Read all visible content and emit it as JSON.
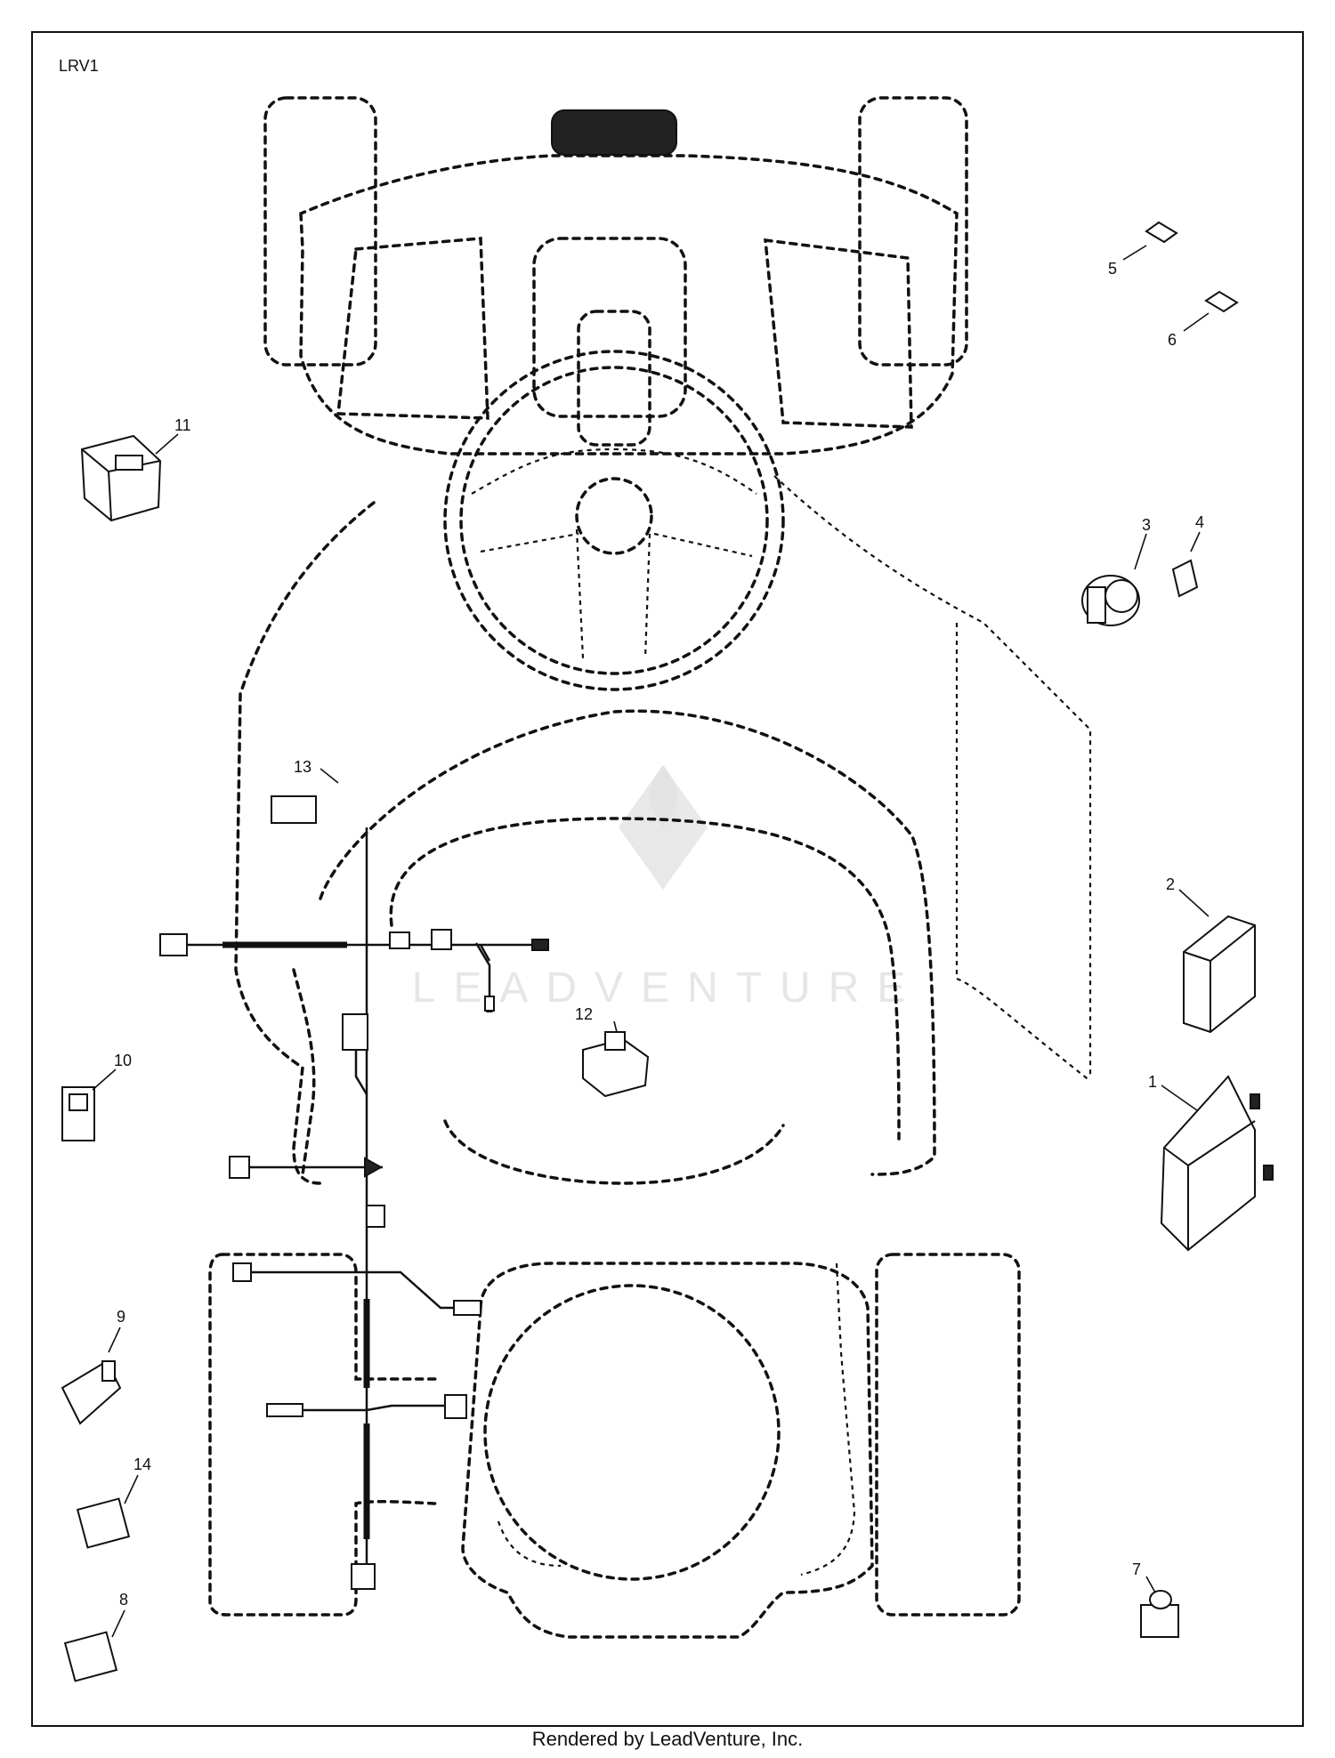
{
  "drawing_id": "LRV1",
  "watermark": "LEADVENTURE",
  "footer": "Rendered by LeadVenture, Inc.",
  "callouts": [
    "1",
    "2",
    "3",
    "4",
    "5",
    "6",
    "7",
    "8",
    "9",
    "10",
    "11",
    "12",
    "13",
    "14"
  ]
}
